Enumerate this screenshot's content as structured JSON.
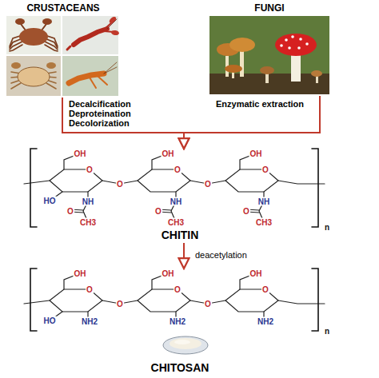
{
  "diagram": {
    "nodes": [
      {
        "text": [
          "CRUSTACEANS"
        ]
      },
      {
        "text": [
          "FUNGI"
        ]
      },
      {
        "text": [
          "CHITIN"
        ]
      },
      {
        "text": [
          "CHITOSAN"
        ]
      }
    ],
    "edges": [
      {
        "from": 0,
        "to": 2,
        "arrow": "to",
        "label": "Decalcification Deproteination Decolorization"
      },
      {
        "from": 1,
        "to": 2,
        "arrow": "to",
        "label": "Enzymatic extraction"
      },
      {
        "from": 2,
        "to": 3,
        "arrow": "to",
        "label": "deacetylation"
      }
    ],
    "labels": [
      "OH",
      "O",
      "NH",
      "O",
      "CH3",
      "OH",
      "O",
      "NH",
      "O",
      "CH3",
      "OH",
      "O",
      "NH",
      "O",
      "CH3",
      "O",
      "O",
      "HO",
      "n",
      "OH",
      "O",
      "NH2",
      "OH",
      "O",
      "NH2",
      "OH",
      "O",
      "NH2",
      "O",
      "O",
      "HO",
      "n"
    ]
  }
}
